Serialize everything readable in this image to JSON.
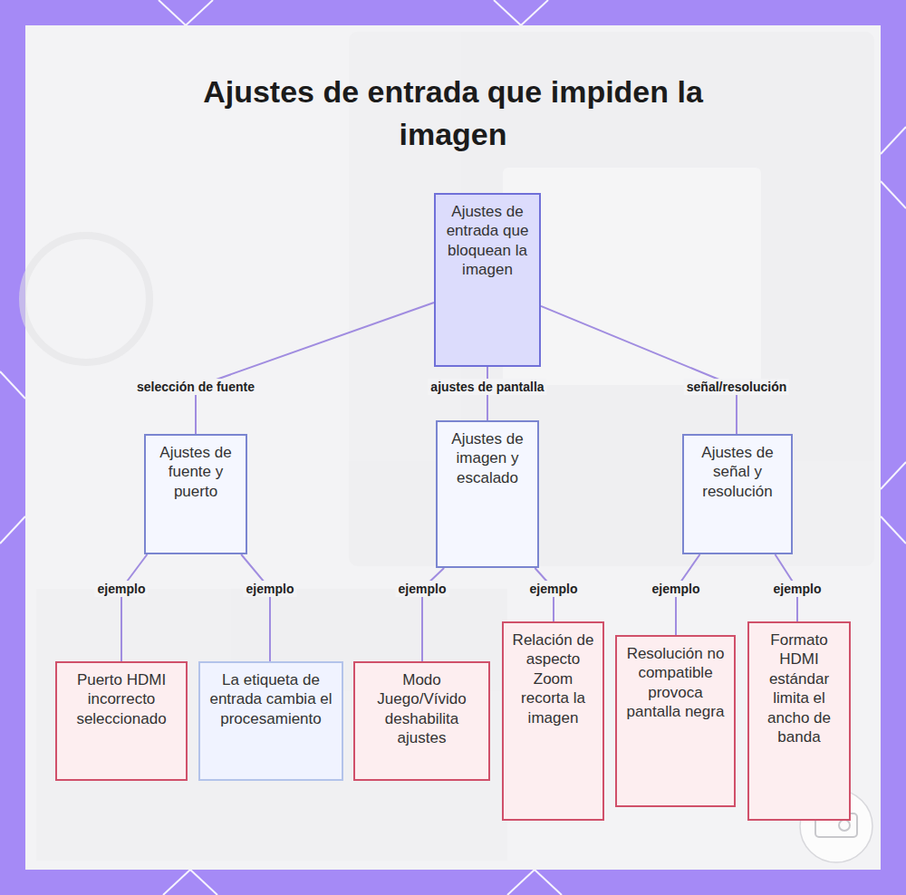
{
  "diagram": {
    "title": "Ajustes de entrada que impiden la imagen",
    "nodes": [
      {
        "text": [
          "Ajustes de entrada que bloquean la imagen"
        ]
      },
      {
        "text": [
          "Ajustes de fuente y puerto"
        ]
      },
      {
        "text": [
          "Ajustes de imagen y escalado"
        ]
      },
      {
        "text": [
          "Ajustes de señal y resolución"
        ]
      },
      {
        "text": [
          "Puerto HDMI incorrecto seleccionado"
        ]
      },
      {
        "text": [
          "La etiqueta de entrada cambia el procesamiento"
        ]
      },
      {
        "text": [
          "Modo Juego/Vívido deshabilita ajustes"
        ]
      },
      {
        "text": [
          "Relación de aspecto Zoom recorta la imagen"
        ]
      },
      {
        "text": [
          "Resolución no compatible provoca pantalla negra"
        ]
      },
      {
        "text": [
          "Formato HDMI estándar limita el ancho de banda"
        ]
      }
    ],
    "edges": [
      {
        "from": 0,
        "to": 1,
        "label": "selección de fuente",
        "arrow": "none"
      },
      {
        "from": 0,
        "to": 2,
        "label": "ajustes de pantalla",
        "arrow": "none"
      },
      {
        "from": 0,
        "to": 3,
        "label": "señal/resolución",
        "arrow": "none"
      },
      {
        "from": 1,
        "to": 4,
        "label": "ejemplo",
        "arrow": "none"
      },
      {
        "from": 1,
        "to": 5,
        "label": "ejemplo",
        "arrow": "none"
      },
      {
        "from": 2,
        "to": 6,
        "label": "ejemplo",
        "arrow": "none"
      },
      {
        "from": 2,
        "to": 7,
        "label": "ejemplo",
        "arrow": "none"
      },
      {
        "from": 3,
        "to": 8,
        "label": "ejemplo",
        "arrow": "none"
      },
      {
        "from": 3,
        "to": 9,
        "label": "ejemplo",
        "arrow": "none"
      }
    ]
  }
}
